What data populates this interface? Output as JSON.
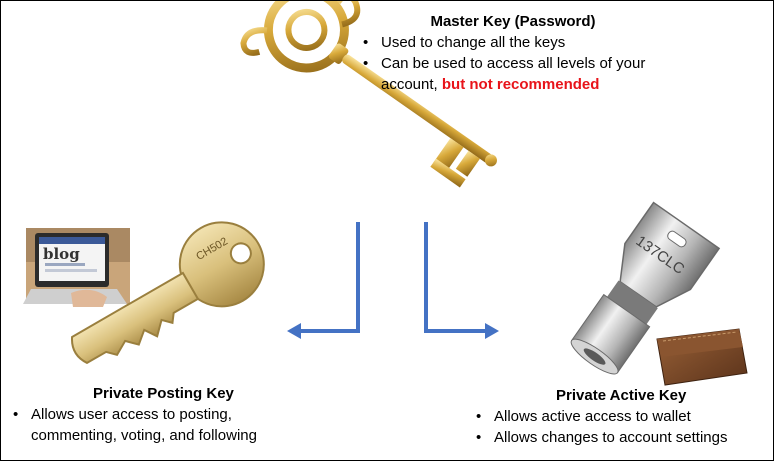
{
  "master": {
    "title": "Master Key (Password)",
    "bullets": [
      "Used to change all the keys",
      "Can be used to access all levels of your account,"
    ],
    "warning": "but not recommended"
  },
  "posting": {
    "title": "Private Posting Key",
    "bullets": [
      "Allows user access to posting, commenting, voting, and following"
    ],
    "photo_text": "blog",
    "key_stamp": "CH502"
  },
  "active": {
    "title": "Private Active Key",
    "bullets": [
      "Allows active access to wallet",
      "Allows changes to account settings"
    ],
    "key_stamp": "137CLC"
  },
  "colors": {
    "arrow": "#4472c4",
    "gold": "#d8a93a",
    "warning": "#e8141a",
    "silver": "#bfbfbf",
    "wallet": "#7a4a2a"
  },
  "icons": [
    "skeleton-key-icon",
    "brass-key-icon",
    "tubular-key-icon",
    "wallet-icon",
    "laptop-photo"
  ]
}
